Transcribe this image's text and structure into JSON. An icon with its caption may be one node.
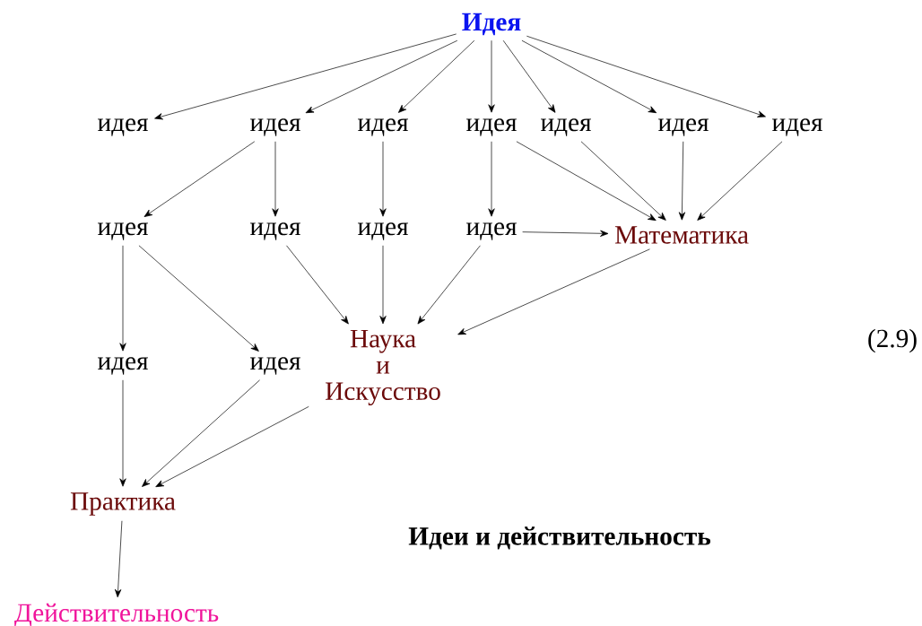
{
  "diagram": {
    "caption": "Идеи и действительность",
    "nodes": [
      {
        "text": [
          "Идея"
        ]
      },
      {
        "text": [
          "идея"
        ]
      },
      {
        "text": [
          "идея"
        ]
      },
      {
        "text": [
          "идея"
        ]
      },
      {
        "text": [
          "идея"
        ]
      },
      {
        "text": [
          "идея"
        ]
      },
      {
        "text": [
          "идея"
        ]
      },
      {
        "text": [
          "идея"
        ]
      },
      {
        "text": [
          "идея"
        ]
      },
      {
        "text": [
          "идея"
        ]
      },
      {
        "text": [
          "идея"
        ]
      },
      {
        "text": [
          "идея"
        ]
      },
      {
        "text": [
          "Математика"
        ]
      },
      {
        "text": [
          "идея"
        ]
      },
      {
        "text": [
          "идея"
        ]
      },
      {
        "text": [
          "Наука и Искусство"
        ]
      },
      {
        "text": [
          "Практика"
        ]
      },
      {
        "text": [
          "Действительность"
        ]
      }
    ],
    "edges": [
      {
        "from": 0,
        "to": 1,
        "arrow": "to"
      },
      {
        "from": 0,
        "to": 2,
        "arrow": "to"
      },
      {
        "from": 0,
        "to": 3,
        "arrow": "to"
      },
      {
        "from": 0,
        "to": 4,
        "arrow": "to"
      },
      {
        "from": 0,
        "to": 5,
        "arrow": "to"
      },
      {
        "from": 0,
        "to": 6,
        "arrow": "to"
      },
      {
        "from": 0,
        "to": 7,
        "arrow": "to"
      },
      {
        "from": 2,
        "to": 8,
        "arrow": "to"
      },
      {
        "from": 2,
        "to": 9,
        "arrow": "to"
      },
      {
        "from": 3,
        "to": 10,
        "arrow": "to"
      },
      {
        "from": 4,
        "to": 11,
        "arrow": "to"
      },
      {
        "from": 4,
        "to": 12,
        "arrow": "to"
      },
      {
        "from": 5,
        "to": 12,
        "arrow": "to"
      },
      {
        "from": 6,
        "to": 12,
        "arrow": "to"
      },
      {
        "from": 7,
        "to": 12,
        "arrow": "to"
      },
      {
        "from": 11,
        "to": 12,
        "arrow": "to"
      },
      {
        "from": 8,
        "to": 13,
        "arrow": "to"
      },
      {
        "from": 8,
        "to": 14,
        "arrow": "to"
      },
      {
        "from": 9,
        "to": 15,
        "arrow": "to"
      },
      {
        "from": 10,
        "to": 15,
        "arrow": "to"
      },
      {
        "from": 11,
        "to": 15,
        "arrow": "to"
      },
      {
        "from": 12,
        "to": 15,
        "arrow": "to"
      },
      {
        "from": 13,
        "to": 16,
        "arrow": "to"
      },
      {
        "from": 14,
        "to": 16,
        "arrow": "to"
      },
      {
        "from": 15,
        "to": 16,
        "arrow": "to"
      },
      {
        "from": 16,
        "to": 17,
        "arrow": "to"
      }
    ],
    "labels": [
      "(2.9)"
    ]
  }
}
